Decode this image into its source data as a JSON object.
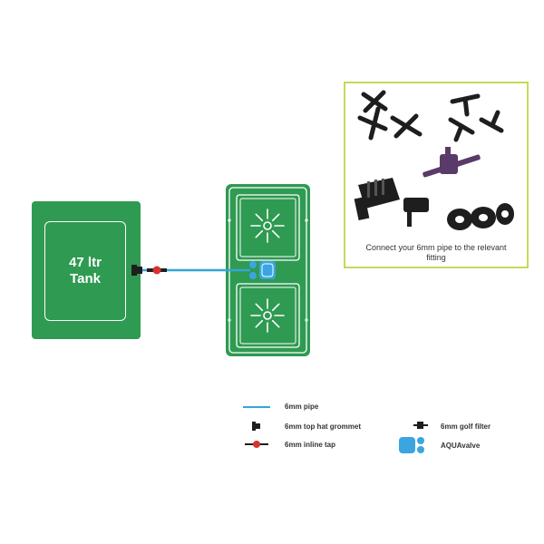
{
  "tank": {
    "line1": "47 ltr",
    "line2": "Tank"
  },
  "inset": {
    "caption": "Connect your 6mm pipe to the relevant fitting"
  },
  "legend": {
    "pipe": "6mm pipe",
    "grommet": "6mm top hat grommet",
    "golf_filter": "6mm golf filter",
    "inline_tap": "6mm inline tap",
    "aquavalve": "AQUAvalve"
  },
  "colors": {
    "green": "#2f9a52",
    "pipe_blue": "#34a6d8",
    "tap_red": "#d8322e",
    "valve_blue": "#3aa5e0",
    "inset_border": "#c5d95b",
    "fitting_black": "#1e1e1e",
    "fitting_purple": "#5a3a68"
  }
}
